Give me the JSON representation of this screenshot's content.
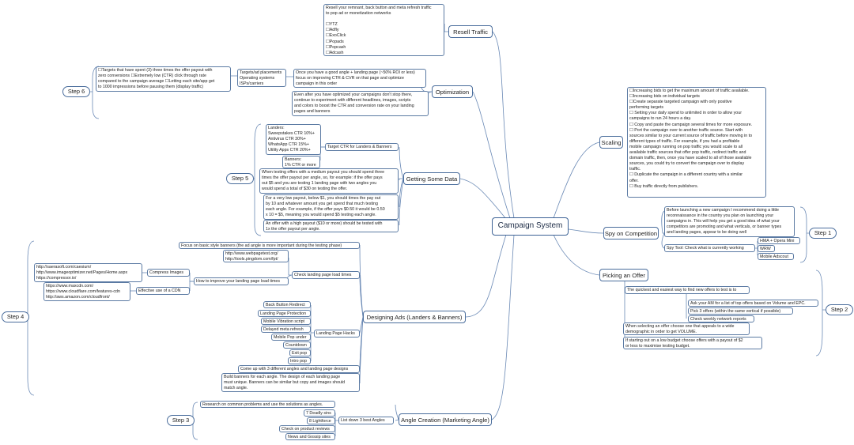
{
  "central": "Campaign System",
  "topics": {
    "resell": "Resell Traffic",
    "optimization": "Optimization",
    "getting_data": "Getting Some Data",
    "designing": "Designing Ads (Landers & Banners)",
    "angle": "Angle Creation (Marketing Angle)",
    "scaling": "Scaling",
    "spy": "Spy on Competition",
    "picking": "Picking an Offer"
  },
  "steps": {
    "s1": "Step 1",
    "s2": "Step 2",
    "s3": "Step 3",
    "s4": "Step 4",
    "s5": "Step 5",
    "s6": "Step 6"
  },
  "resell": {
    "note": "Resell your remnant, back button and meta refresh traffic\nto pop ad or monetization networks\n\n☐YTZ\n☐Adfly\n☐ExoClick\n☐Popads\n☐Popcash\n☐Adcash"
  },
  "optimization": {
    "targets_note": "☐Targets that have spent (3) three times the offer payout with\nzero conversions  ☐Extremely low (CTR) click through rate\ncompared to the campaign average  ☐Letting each site/app get\nto 1000 impressions before pausing them  (display traffic)",
    "placements": "Targets/ad placements\nOperating systems\nISPs/carriers",
    "angle_note": "Once you have a good angle + landing page (~50% ROI or less)\nfocus on improving CTR & CVR on that page and optimize\ncampaign in this order",
    "experiment_note": "Even after you have optimized your campaigns don't stop there,\ncontinue to experiment with different headlines, images, scripts\nand colors to boost the CTR and conversion rate on your landing\npages and banners"
  },
  "getting_data": {
    "landers": "Landers:\nSweepstakes CTR 10%+\nAntivirus CTR 30%+\nWhatsApp CTR 15%+\nUtility Apps CTR 20%+",
    "banners": "Banners:\n1% CTR or more",
    "target_ctr": "Target CTR for Landers & Banners",
    "medium_payout": "When testing offers with a medium payout you should spend three\ntimes the offer payout per angle, so, for example: if the offer pays\nout $5 and you are testing 1 landing page with two angles you\nwould spend a total of $30 on testing the offer.",
    "low_payout": "For a very low payout, below $1, you should times the pay out\nby 10 and whatever amount you get spend that much testing\neach angle. For example, if the offer pays $0.50 it would be 0.50\nx 10 = $5, meaning you would spend $5 testing each angle.",
    "high_payout": "An offer with a high payout ($10 or more) should be tested with\n1x the offer payout per angle."
  },
  "designing": {
    "basic_banners": "Focus on basic style banners (the ad angle is more important during the testing phase)",
    "compress_urls": "http://saerasoft.com/caesium/\nhttp://www.imageoptimizer.net/Pages/Home.aspx\nhttps://compressor.io/",
    "compress_images": "Compress Images",
    "cdn_urls": "https://www.maxcdn.com/\nhttps://www.cloudflare.com/features-cdn\nhttp://aws.amazon.com/cloudfront/",
    "cdn": "Effective use of a CDN",
    "improve_speed": "How to improve your landing page load times",
    "check_urls": "http://www.webpagetest.org/\nhttp://tools.pingdom.com/fpt/",
    "check_speed": "Check landing page load times",
    "hacks": [
      "Back Button Redirect",
      "Landing Page Protection",
      "Mobile Vibration script",
      "Delayed meta refresh",
      "Mobile Pop under",
      "Countdown",
      "Exit pop",
      "Intro pop"
    ],
    "hacks_label": "Landing Page Hacks",
    "three_angles": "Come up with 3 different angles and landing page designs",
    "build_banners": "Build banners for each angle.  The design of each landing page\nmust unique. Banners can be similar but  copy and images should\nmatch angle."
  },
  "angle": {
    "research": "Research on common problems and use the solutions as angles.",
    "sources": [
      "7 Deadly sins",
      "8 Lightforce",
      "Check on product reviews",
      "News and Gossip sites"
    ],
    "list_down": "List down 3 best Angles"
  },
  "scaling": {
    "note": "☐Increasing bids to get the maximum amount of traffic available.\n☐Increasing bids on individual targets\n☐Create separate targeted campaign with only positive\nperforming targets\n☐ Setting your daily spend to unlimited in order to allow your\ncampaigns to run 24 hours a day.\n☐ Copy and paste the campaign several times for more exposure.\n☐ Port the campaign over to another traffic source. Start with\nsources similar to your current source of traffic before moving in to\ndifferent types of traffic. For example, if you had a profitable\nmobile campaign running on pop traffic you would scale to all\navailable traffic sources that offer pop traffic, redirect traffic and\ndomain traffic, then, once you have scaled to all of those available\nsources, you could try to convert the campaign over to display\ntraffic.\n☐ Duplicate the campaign in a different country with a similar\noffer.\n☐ Buy traffic directly from publishers."
  },
  "spy": {
    "note": "Before launching a new campaign I recommend doing a little\nreconnaissance in the country you plan on launching your\ncampaigns in. This will help you get a good idea of what your\ncompetitors are promoting and what verticals, or banner types\nand landing pages, appear to be doing well",
    "tool": "Spy Tool: Check what is currently working",
    "tools": [
      "HMA + Opera Mini",
      "WRW",
      "Mobile Adscout"
    ]
  },
  "picking": {
    "quickest": "The quickest and easiest way to find new offers to test is to",
    "options": [
      "Ask your AM for a list of top offers based on Volume and EPC.",
      "Pick 3 offers (within the same vertical if possible)",
      "Check weekly network reports"
    ],
    "appeal": "When selecting an offer choose one that appeals to a wide\ndemographic in order to get VOLUME.",
    "budget": "If starting out on a low budget choose offers with a payout of $2\nor less to maximise testing budget."
  }
}
